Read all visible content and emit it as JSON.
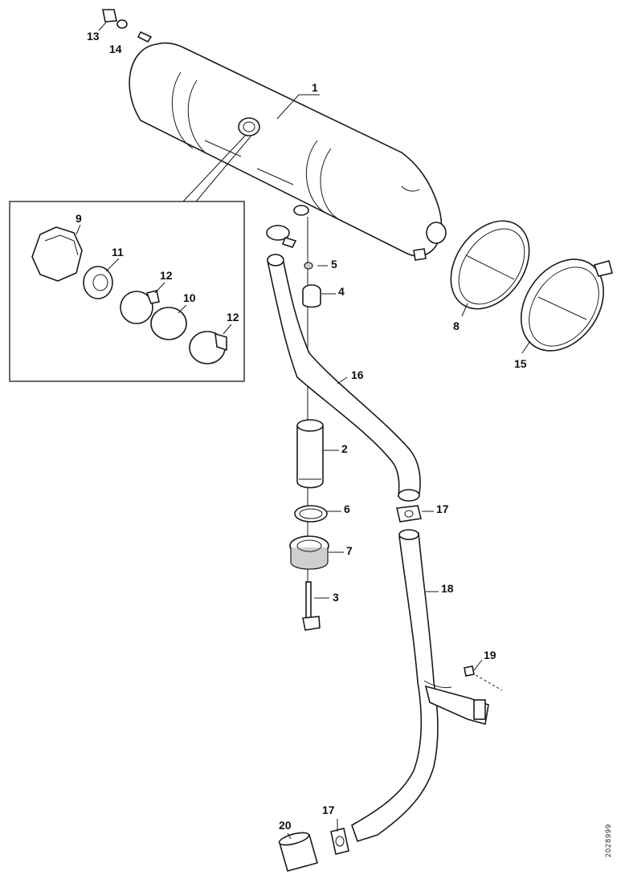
{
  "diagram": {
    "callouts": {
      "c1": "1",
      "c2": "2",
      "c3": "3",
      "c4": "4",
      "c5": "5",
      "c6": "6",
      "c7": "7",
      "c8": "8",
      "c9": "9",
      "c10": "10",
      "c11": "11",
      "c12a": "12",
      "c12b": "12",
      "c13": "13",
      "c14": "14",
      "c15": "15",
      "c16": "16",
      "c17a": "17",
      "c17b": "17",
      "c18": "18",
      "c19": "19",
      "c20": "20"
    },
    "document_id": "2028999"
  }
}
